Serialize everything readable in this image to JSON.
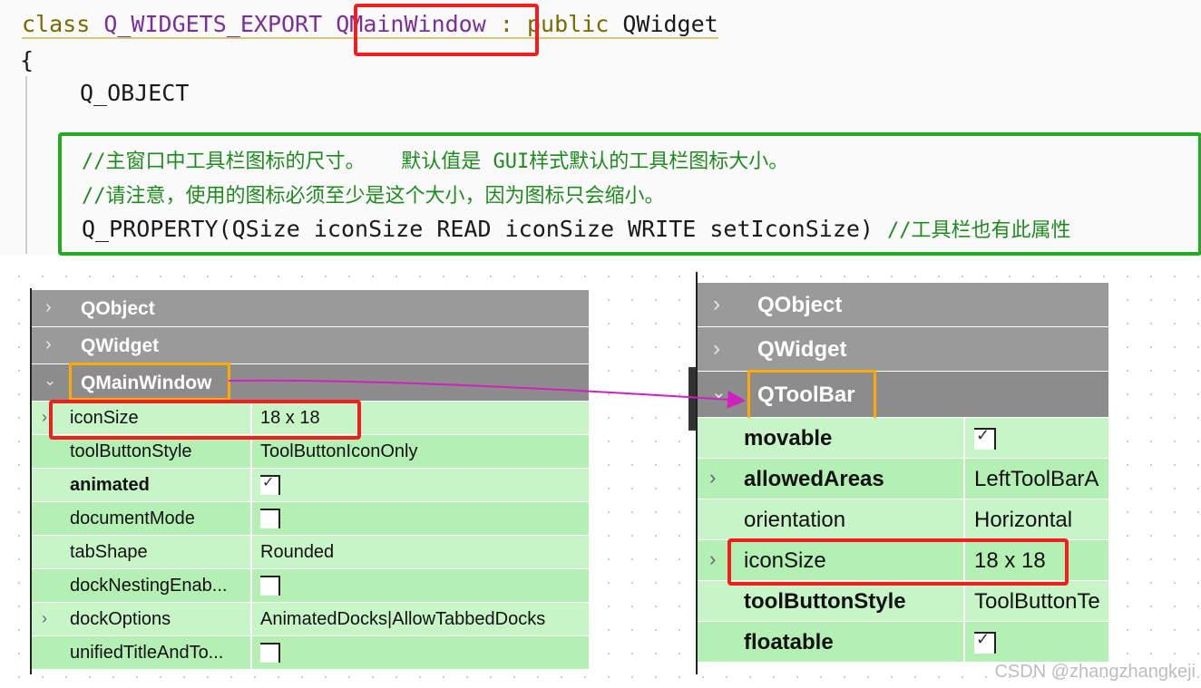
{
  "code": {
    "class_kw": "class",
    "export_macro": "Q_WIDGETS_EXPORT",
    "class_name": "QMainWindow",
    "inherit": ": public",
    "base_class": "QWidget",
    "open_brace": "{",
    "qobject_macro": "Q_OBJECT",
    "comment1": "//主窗口中工具栏图标的尺寸。   默认值是 GUI样式默认的工具栏图标大小。",
    "comment2": "//请注意，使用的图标必须至少是这个大小，因为图标只会缩小。",
    "property_line": "Q_PROPERTY(QSize iconSize READ iconSize WRITE setIconSize)",
    "property_comment": "//工具栏也有此属性"
  },
  "left_panel": {
    "categories": [
      "QObject",
      "QWidget",
      "QMainWindow"
    ],
    "rows": [
      {
        "name": "iconSize",
        "value": "18 x 18"
      },
      {
        "name": "toolButtonStyle",
        "value": "ToolButtonIconOnly"
      },
      {
        "name": "animated",
        "value": ""
      },
      {
        "name": "documentMode",
        "value": ""
      },
      {
        "name": "tabShape",
        "value": "Rounded"
      },
      {
        "name": "dockNestingEnab...",
        "value": ""
      },
      {
        "name": "dockOptions",
        "value": "AnimatedDocks|AllowTabbedDocks"
      },
      {
        "name": "unifiedTitleAndTo...",
        "value": ""
      }
    ]
  },
  "right_panel": {
    "categories": [
      "QObject",
      "QWidget",
      "QToolBar"
    ],
    "rows": [
      {
        "name": "movable",
        "value": ""
      },
      {
        "name": "allowedAreas",
        "value": "LeftToolBarA"
      },
      {
        "name": "orientation",
        "value": "Horizontal"
      },
      {
        "name": "iconSize",
        "value": "18 x 18"
      },
      {
        "name": "toolButtonStyle",
        "value": "ToolButtonTe"
      },
      {
        "name": "floatable",
        "value": ""
      }
    ]
  },
  "watermark": "CSDN @zhangzhangkeji",
  "colors": {
    "highlight_red": "#f01e1e",
    "highlight_green": "#22aa22",
    "highlight_orange": "#ffaa00",
    "arrow_magenta": "#d020c0",
    "row_green": "#c8f5c8",
    "category_gray": "#9a9a9a"
  }
}
